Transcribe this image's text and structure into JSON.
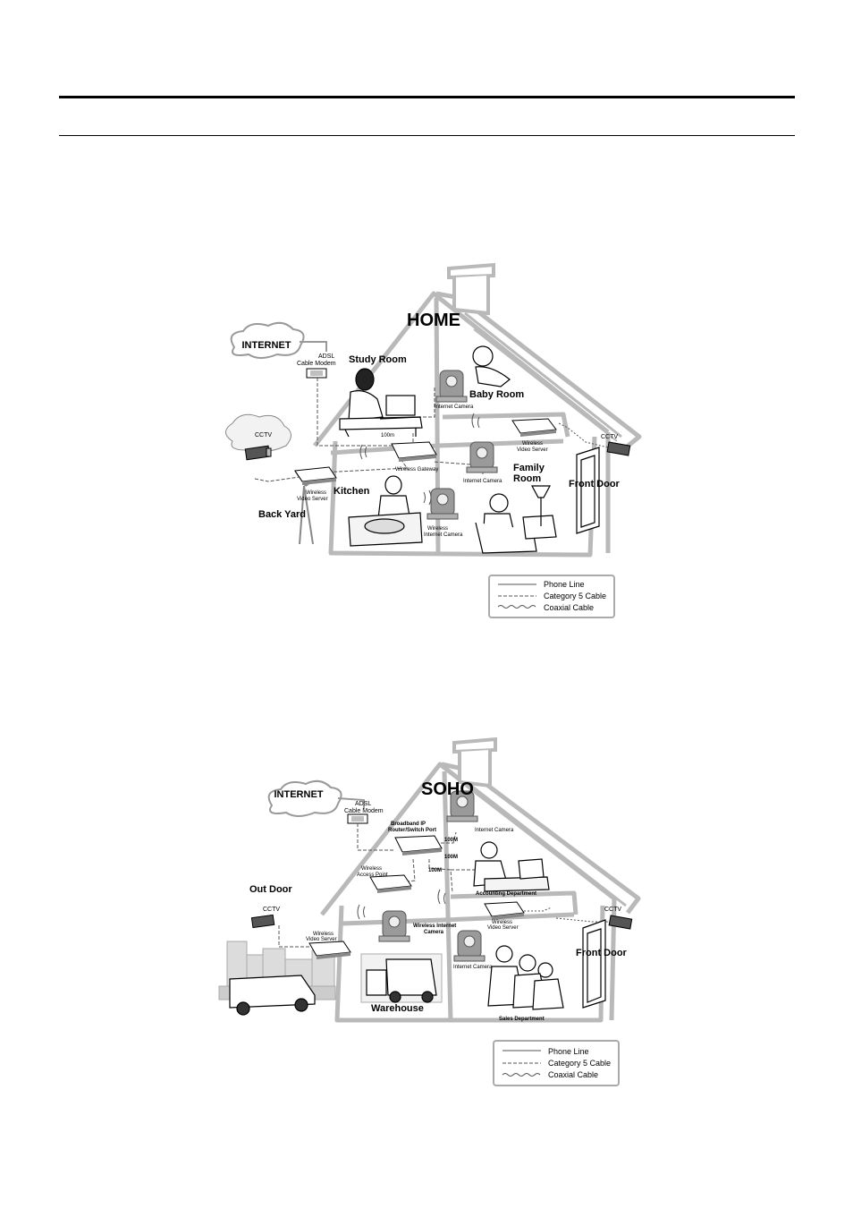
{
  "home": {
    "title": "HOME",
    "internet": "INTERNET",
    "modem_1": "ADSL",
    "modem_2": "Cable Modem",
    "study_room": "Study Room",
    "baby_room": "Baby Room",
    "internet_camera_1": "Internet Camera",
    "link_100m": "100m",
    "wireless_gateway": "Wireless Gateway",
    "cctv_left": "CCTV",
    "wvs_left_1": "Wireless",
    "wvs_left_2": "Video Server",
    "kitchen": "Kitchen",
    "back_yard": "Back Yard",
    "internet_camera_2": "Internet Camera",
    "wvs_right_1": "Wireless",
    "wvs_right_2": "Video Server",
    "family_1": "Family",
    "family_2": "Room",
    "cctv_right": "CCTV",
    "front_door": "Front Door",
    "wic_1": "Wireless",
    "wic_2": "Internet Camera",
    "legend": [
      "Phone Line",
      "Category 5 Cable",
      "Coaxial Cable"
    ]
  },
  "soho": {
    "title": "SOHO",
    "internet": "INTERNET",
    "modem_1": "ADSL",
    "modem_2": "Cable Modem",
    "router_1": "Broadband IP",
    "router_2": "Router/Switch Port",
    "internet_camera_top": "Internet Camera",
    "link_100m_a": "100M",
    "link_100m_b": "100M",
    "link_100m_c": "100M",
    "access_point_1": "Wireless",
    "access_point_2": "Access Point",
    "accounting": "Accounting Department",
    "out_door": "Out Door",
    "cctv_left": "CCTV",
    "wvs_left_1": "Wireless",
    "wvs_left_2": "Video Server",
    "wic_1": "Wireless Internet",
    "wic_2": "Camera",
    "wvs_right_1": "Wireless",
    "wvs_right_2": "Video Server",
    "cctv_right": "CCTV",
    "front_door": "Front Door",
    "internet_camera_mid": "Internet Camera",
    "warehouse": "Warehouse",
    "sales": "Sales Department",
    "legend": [
      "Phone Line",
      "Category 5 Cable",
      "Coaxial Cable"
    ]
  }
}
